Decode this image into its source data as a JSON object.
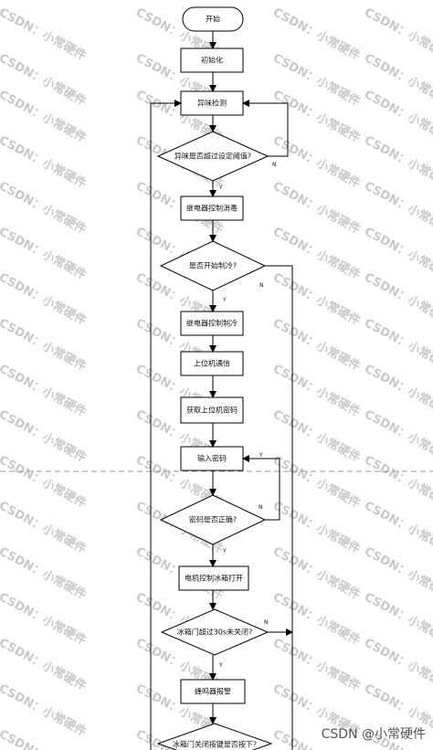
{
  "flowchart": {
    "start": "开始",
    "init": "初始化",
    "detect": "异味检测",
    "q_threshold": "异味是否超过设定阈值?",
    "relay_sterilize": "继电器控制消毒",
    "q_cooling": "是否开始制冷?",
    "relay_cooling": "继电器控制制冷",
    "host_comm": "上位机通信",
    "get_password": "获取上位机密码",
    "input_password": "输入密码",
    "q_password": "密码是否正确?",
    "motor_open": "电机控制冰箱打开",
    "q_door": "冰箱门超过30s未关闭?",
    "buzzer": "蜂鸣器报警",
    "q_close_btn": "冰箱门关闭按键是否按下?"
  },
  "labels": {
    "yes": "Y",
    "no": "N"
  },
  "watermark": {
    "text": "CSDN：小常硬件",
    "footer": "CSDN @小常硬件"
  },
  "colors": {
    "stroke": "#000000",
    "watermark": "#c9c9c9",
    "dash": "#999999"
  }
}
